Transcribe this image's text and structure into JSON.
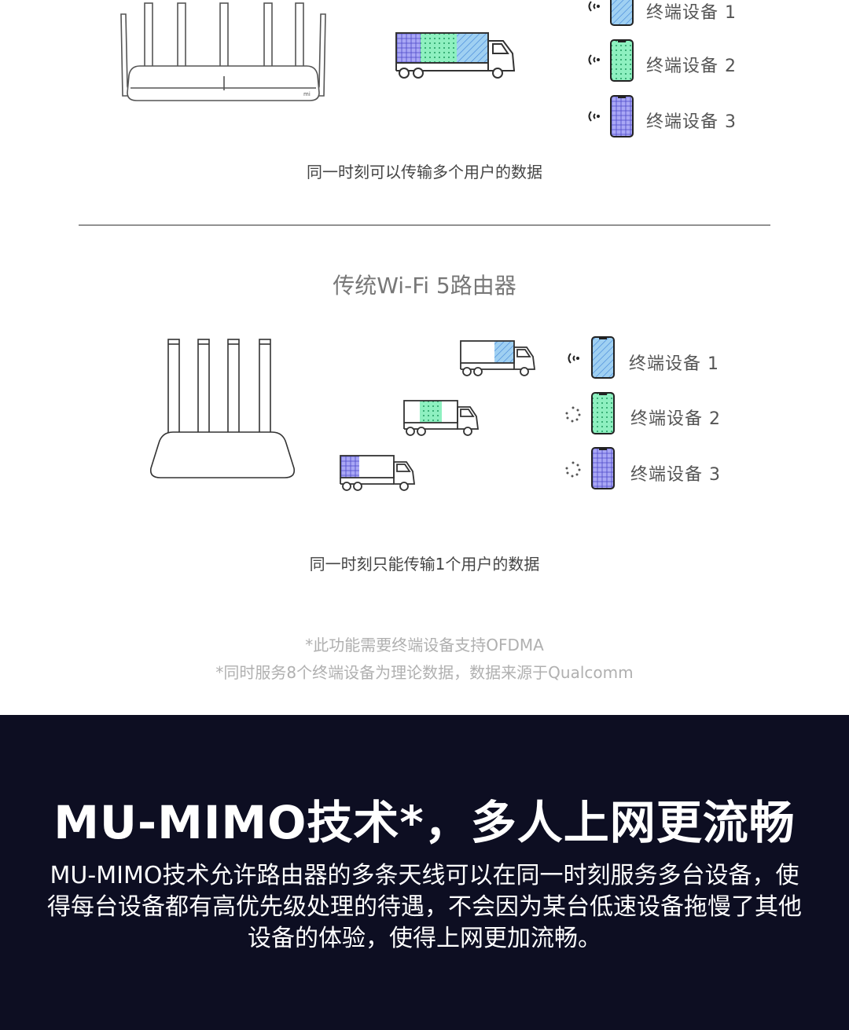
{
  "top_section": {
    "devices": [
      {
        "label": "终端设备 1"
      },
      {
        "label": "终端设备 2"
      },
      {
        "label": "终端设备 3"
      }
    ],
    "caption": "同一时刻可以传输多个用户的数据"
  },
  "legacy_section": {
    "title": "传统Wi-Fi 5路由器",
    "devices": [
      {
        "label": "终端设备 1"
      },
      {
        "label": "终端设备 2"
      },
      {
        "label": "终端设备 3"
      }
    ],
    "caption": "同一时刻只能传输1个用户的数据"
  },
  "notes": [
    "*此功能需要终端设备支持OFDMA",
    "*同时服务8个终端设备为理论数据，数据来源于Qualcomm"
  ],
  "feature": {
    "headline": "MU-MIMO技术*，多人上网更流畅",
    "description": "MU-MIMO技术允许路由器的多条天线可以在同一时刻服务多台设备，使得每台设备都有高优先级处理的待遇，不会因为某台低速设备拖慢了其他设备的体验，使得上网更加流畅。"
  },
  "colors": {
    "blue_fill": "#9fd0f2",
    "green_fill": "#8ef0c0",
    "purple_fill": "#a9a7f5",
    "dark_bg": "#0d0e22"
  }
}
